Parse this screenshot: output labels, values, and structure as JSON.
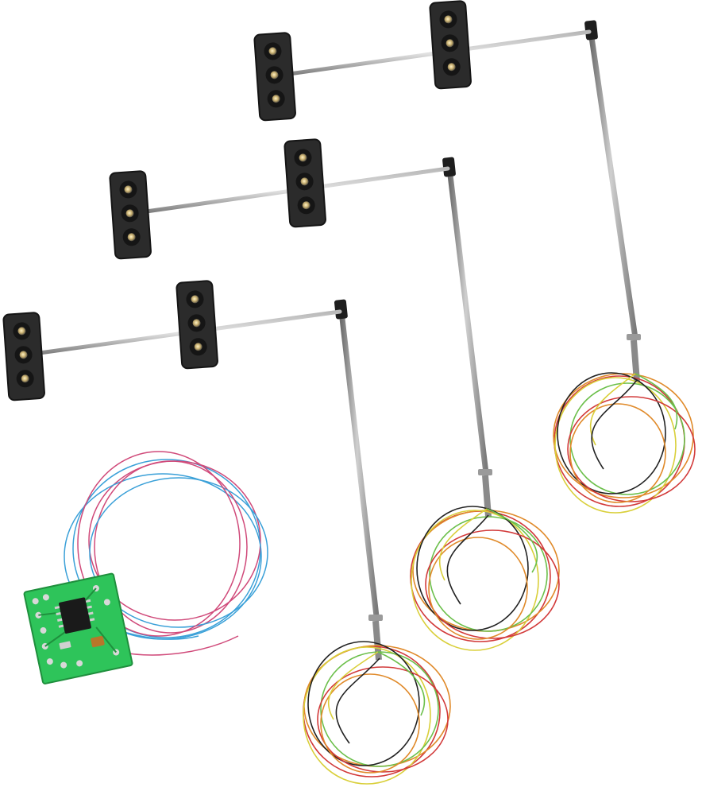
{
  "scene": {
    "background": "#ffffff",
    "description_free": true
  },
  "palette": {
    "signal_housing": "#2b2b2b",
    "signal_housing_edge": "#151515",
    "signal_lens": "#3a3a3a",
    "signal_led": "#e9d39a",
    "pole_metal": "#8a8a8a",
    "pole_highlight": "#d0d0d0",
    "pole_cap": "#1e1e1e",
    "pcb_green": "#2ec45a",
    "pcb_dark": "#1f8f3d",
    "chip": "#1a1a1a",
    "wire_red": "#d23a3a",
    "wire_orange": "#e08a2a",
    "wire_yellow": "#d9cf3a",
    "wire_green": "#6bbf4a",
    "wire_black": "#222222",
    "wire_blue": "#3aa0d8",
    "wire_pink": "#d04a7a"
  },
  "objects": {
    "signal_sets": [
      {
        "id": "set-3",
        "heads_per_set": 2,
        "lights_per_head": 3
      },
      {
        "id": "set-2",
        "heads_per_set": 2,
        "lights_per_head": 3
      },
      {
        "id": "set-1",
        "heads_per_set": 2,
        "lights_per_head": 3
      }
    ],
    "controller_board": {
      "chip_count": 1
    }
  }
}
